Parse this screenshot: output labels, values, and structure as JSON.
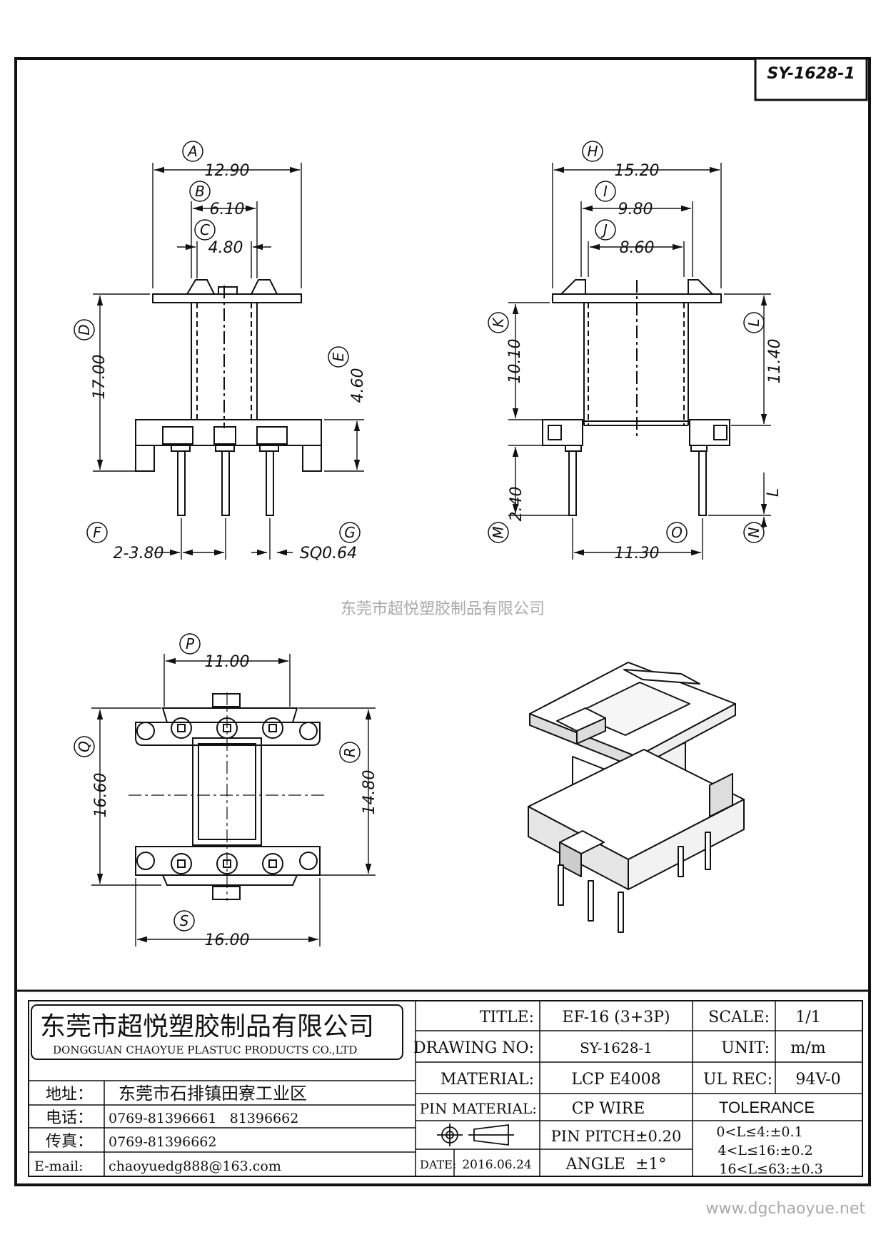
{
  "drawing_code": "SY-1628-1",
  "watermark_company": "东莞市超悦塑胶制品有限公司",
  "watermark_url": "www.dgchaoyue.net",
  "front_view": {
    "A": {
      "label": "A",
      "value": "12.90"
    },
    "B": {
      "label": "B",
      "value": "6.10"
    },
    "C": {
      "label": "C",
      "value": "4.80"
    },
    "D": {
      "label": "D",
      "value": "17.00"
    },
    "E": {
      "label": "E",
      "value": "4.60"
    },
    "F": {
      "label": "F",
      "value": "2-3.80"
    },
    "G": {
      "label": "G",
      "value": "SQ0.64"
    }
  },
  "side_view": {
    "H": {
      "label": "H",
      "value": "15.20"
    },
    "I": {
      "label": "I",
      "value": "9.80"
    },
    "J": {
      "label": "J",
      "value": "8.60"
    },
    "K": {
      "label": "K",
      "value": "10.10"
    },
    "L": {
      "label": "L",
      "value": "11.40"
    },
    "M": {
      "label": "M",
      "value": "2.40"
    },
    "N": {
      "label": "N",
      "value": "L"
    },
    "O": {
      "label": "O",
      "value": "11.30"
    }
  },
  "top_view": {
    "P": {
      "label": "P",
      "value": "11.00"
    },
    "Q": {
      "label": "Q",
      "value": "16.60"
    },
    "R": {
      "label": "R",
      "value": "14.80"
    },
    "S": {
      "label": "S",
      "value": "16.00"
    }
  },
  "title_block": {
    "company_cn": "东莞市超悦塑胶制品有限公司",
    "company_en": "DONGGUAN CHAOYUE PLASTUC PRODUCTS CO.,LTD",
    "address_label": "地址：",
    "address": "东莞市石排镇田寮工业区",
    "phone_label": "电话：",
    "phone": "0769-81396661   81396662",
    "fax_label": "传真：",
    "fax": "0769-81396662",
    "email_label": "E-mail:",
    "email": "chaoyuedg888@163.com",
    "title_label": "TITLE:",
    "title": "EF-16 (3+3P)",
    "drawing_no_label": "DRAWING NO:",
    "drawing_no": "SY-1628-1",
    "material_label": "MATERIAL:",
    "material": "LCP E4008",
    "pin_material_label": "PIN MATERIAL:",
    "pin_material": "CP WIRE",
    "pin_pitch": "PIN PITCH±0.20",
    "angle": "ANGLE  ±1°",
    "date_label": "DATE:",
    "date": "2016.06.24",
    "scale_label": "SCALE:",
    "scale": "1/1",
    "unit_label": "UNIT:",
    "unit": "m/m",
    "ul_rec_label": "UL REC:",
    "ul_rec": "94V-0",
    "tolerance_label": "TOLERANCE",
    "tolerance_rows": [
      "0<L≤4:±0.1",
      "4<L≤16:±0.2",
      "16<L≤63:±0.3"
    ]
  }
}
